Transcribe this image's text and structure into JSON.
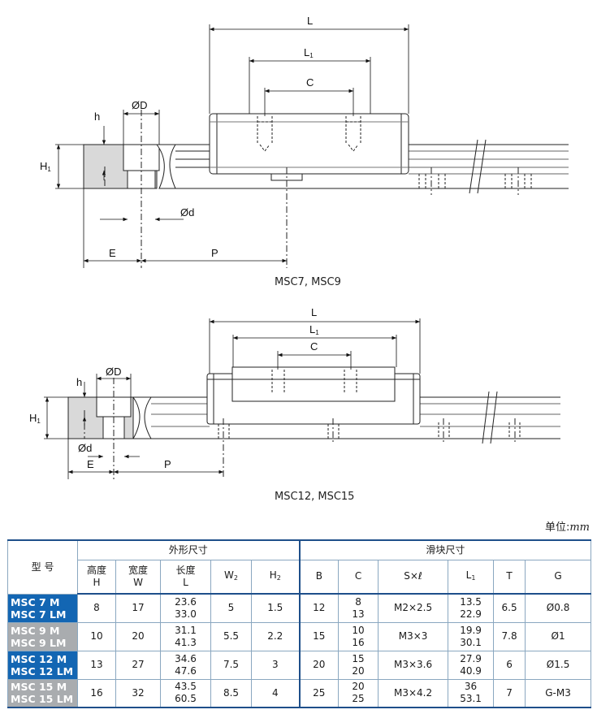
{
  "dims": {
    "L": "L",
    "L1": "L",
    "L1_sub": "1",
    "C": "C",
    "h": "h",
    "D": "ØD",
    "H1": "H",
    "H1_sub": "1",
    "d": "Ød",
    "E": "E",
    "P": "P"
  },
  "captions": {
    "top": "MSC7, MSC9",
    "bottom": "MSC12, MSC15"
  },
  "unit": {
    "label": "单位:",
    "value": "mm"
  },
  "table": {
    "model_header": "型 号",
    "group1": "外形尺寸",
    "group2": "滑块尺寸",
    "cols": {
      "H_cn": "高度",
      "H": "H",
      "W_cn": "宽度",
      "W": "W",
      "L_cn": "长度",
      "L": "L",
      "W2": "W",
      "W2_sub": "2",
      "H2": "H",
      "H2_sub": "2",
      "B": "B",
      "C": "C",
      "Sxl": "S×ℓ",
      "L1": "L",
      "L1_sub": "1",
      "T": "T",
      "G": "G"
    },
    "rows": [
      {
        "m1": "MSC 7 M",
        "m2": "MSC 7 LM",
        "H": "8",
        "W": "17",
        "L1v": "23.6",
        "L2v": "33.0",
        "W2": "5",
        "H2": "1.5",
        "B": "12",
        "C1": "8",
        "C2": "13",
        "S": "M2×2.5",
        "La": "13.5",
        "Lb": "22.9",
        "T": "6.5",
        "G": "Ø0.8"
      },
      {
        "m1": "MSC 9 M",
        "m2": "MSC 9 LM",
        "H": "10",
        "W": "20",
        "L1v": "31.1",
        "L2v": "41.3",
        "W2": "5.5",
        "H2": "2.2",
        "B": "15",
        "C1": "10",
        "C2": "16",
        "S": "M3×3",
        "La": "19.9",
        "Lb": "30.1",
        "T": "7.8",
        "G": "Ø1"
      },
      {
        "m1": "MSC 12 M",
        "m2": "MSC 12 LM",
        "H": "13",
        "W": "27",
        "L1v": "34.6",
        "L2v": "47.6",
        "W2": "7.5",
        "H2": "3",
        "B": "20",
        "C1": "15",
        "C2": "20",
        "S": "M3×3.6",
        "La": "27.9",
        "Lb": "40.9",
        "T": "6",
        "G": "Ø1.5"
      },
      {
        "m1": "MSC 15 M",
        "m2": "MSC 15 LM",
        "H": "16",
        "W": "32",
        "L1v": "43.5",
        "L2v": "60.5",
        "W2": "8.5",
        "H2": "4",
        "B": "25",
        "C1": "20",
        "C2": "25",
        "S": "M3×4.2",
        "La": "36",
        "Lb": "53.1",
        "T": "7",
        "G": "G-M3"
      }
    ]
  }
}
